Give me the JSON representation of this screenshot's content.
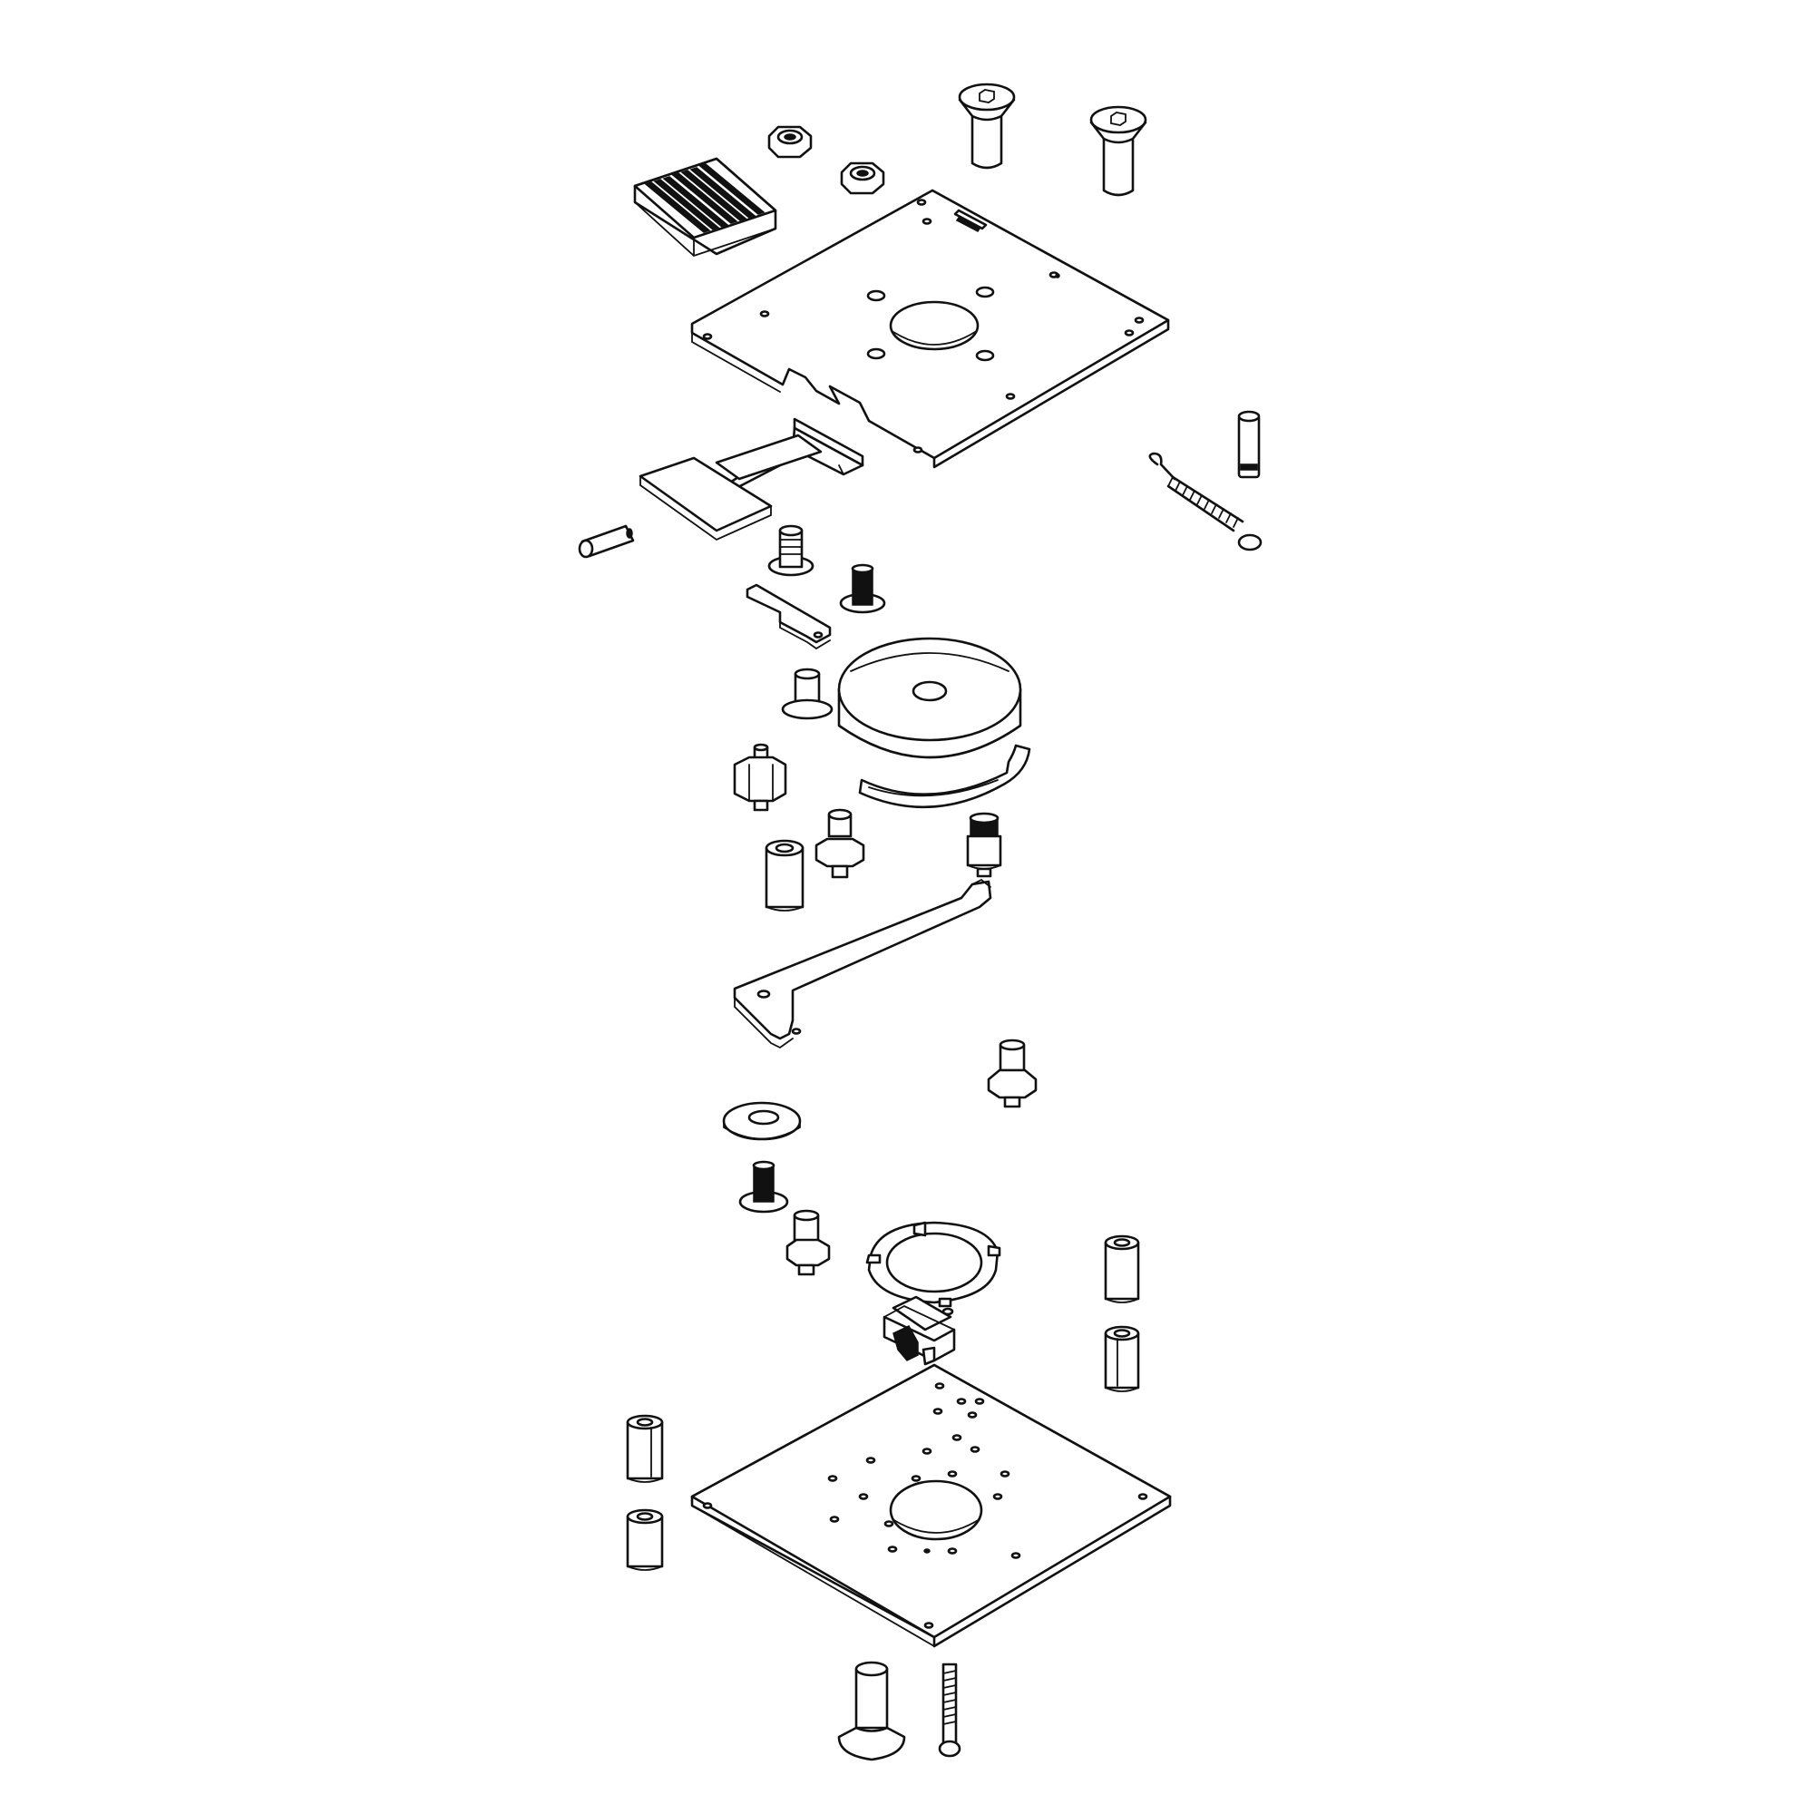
{
  "diagram": {
    "type": "exploded-view assembly drawing",
    "line_color": "#111111",
    "background_color": "#ffffff",
    "parts": [
      "grip-pad",
      "flange-nut",
      "flat-head-socket-screw",
      "top-plate",
      "slide-latch",
      "extension-spring",
      "dowel-pin",
      "set-screw",
      "shoulder-screw",
      "latch-lever",
      "button-head-screw",
      "rotary-hub",
      "hex-standoff",
      "spacer-sleeve",
      "detent-pin",
      "cam-lever-arm",
      "flat-washer",
      "index-ring",
      "micro-switch",
      "bottom-plate",
      "machine-screw"
    ]
  }
}
